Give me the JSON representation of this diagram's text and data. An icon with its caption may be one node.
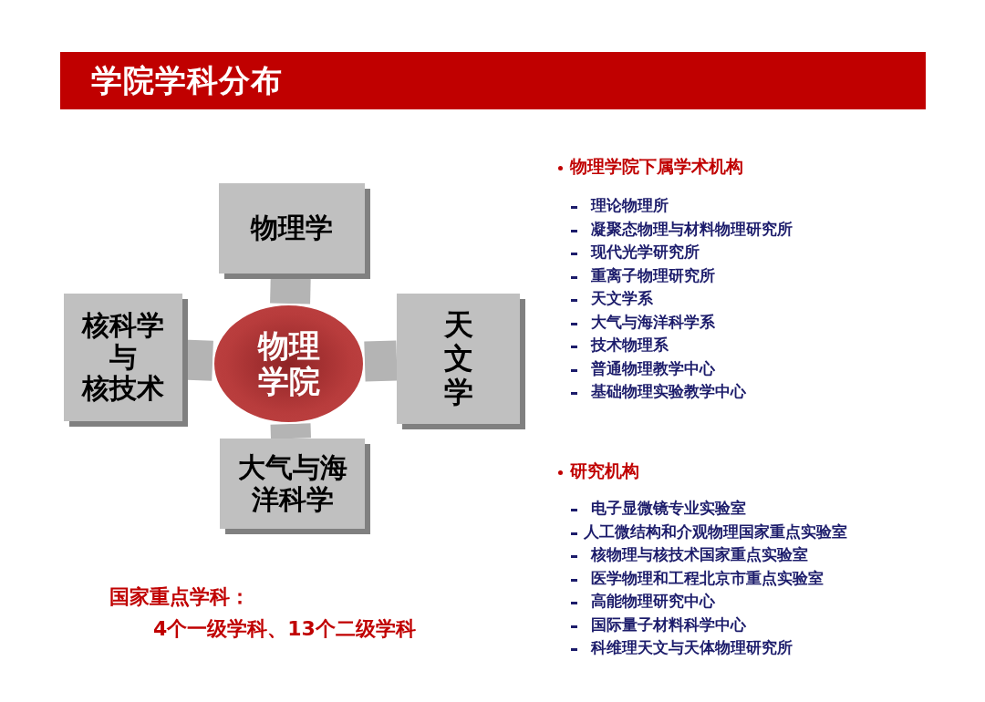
{
  "diagram": {
    "title": "学院学科分布",
    "nodes": [
      {
        "text": [
          "物理学"
        ]
      },
      {
        "text": [
          "核科学与核技术"
        ]
      },
      {
        "text": [
          "物理学院"
        ]
      },
      {
        "text": [
          "天文学"
        ]
      },
      {
        "text": [
          "大气与海洋科学"
        ]
      }
    ],
    "edges": [
      {
        "from": 2,
        "to": 0,
        "arrow": "none"
      },
      {
        "from": 2,
        "to": 1,
        "arrow": "none"
      },
      {
        "from": 2,
        "to": 3,
        "arrow": "none"
      },
      {
        "from": 2,
        "to": 4,
        "arrow": "none"
      }
    ],
    "labels": [
      "物理学院下属学术机构",
      "理论物理所",
      "凝聚态物理与材料物理研究所",
      "现代光学研究所",
      "重离子物理研究所",
      "天文学系",
      "大气与海洋科学系",
      "技术物理系",
      "普通物理教学中心",
      "基础物理实验教学中心",
      "研究机构",
      "电子显微镜专业实验室",
      "人工微结构和介观物理国家重点实验室",
      "核物理与核技术国家重点实验室",
      "医学物理和工程北京市重点实验室",
      "高能物理研究中心",
      "国际量子材料科学中心",
      "科维理天文与天体物理研究所",
      "国家重点学科：",
      "4个一级学科、13个二级学科"
    ]
  }
}
